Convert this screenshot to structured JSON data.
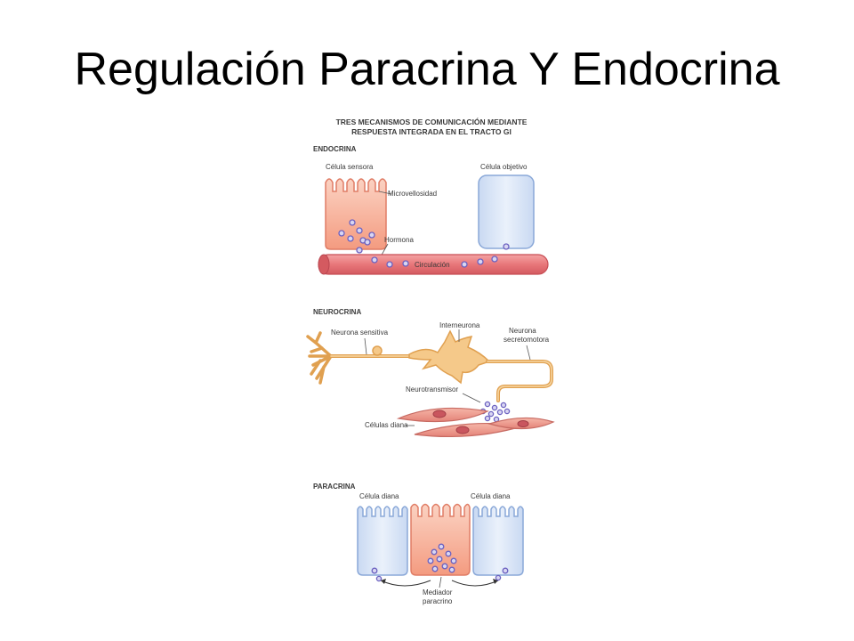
{
  "slide": {
    "title": "Regulación Paracrina Y Endocrina"
  },
  "figure": {
    "caption_line1": "TRES MECANISMOS DE COMUNICACIÓN MEDIANTE",
    "caption_line2": "RESPUESTA INTEGRADA EN EL TRACTO GI",
    "endocrine": {
      "section_label": "ENDOCRINA",
      "sensor_cell_label": "Célula sensora",
      "target_cell_label": "Célula objetivo",
      "microvilli_label": "Microvellosidad",
      "hormone_label": "Hormona",
      "circulation_label": "Circulación"
    },
    "neurocrine": {
      "section_label": "NEUROCRINA",
      "sensory_neuron_label": "Neurona sensitiva",
      "interneuron_label": "Interneurona",
      "secretomotor_label_line1": "Neurona",
      "secretomotor_label_line2": "secretomotora",
      "neurotransmitter_label": "Neurotransmisor",
      "target_cells_label": "Células diana"
    },
    "paracrine": {
      "section_label": "PARACRINA",
      "target_cell_left_label": "Célula diana",
      "target_cell_right_label": "Célula diana",
      "mediator_label_line1": "Mediador",
      "mediator_label_line2": "paracrino"
    }
  },
  "colors": {
    "sensor_cell": "#f7b49a",
    "target_cell": "#d6e3f5",
    "vessel": "#e8777a",
    "neuron": "#f5c98a",
    "molecule": "#6b61c0"
  }
}
